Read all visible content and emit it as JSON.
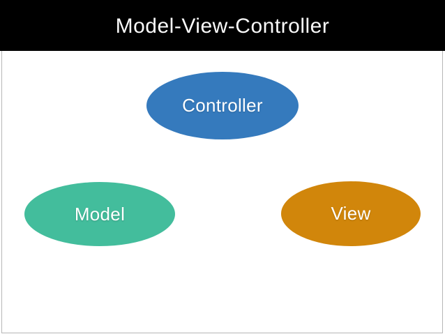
{
  "header": {
    "title": "Model-View-Controller",
    "bg_color": "#000000",
    "text_color": "#fafafa"
  },
  "diagram": {
    "frame_border_color": "#b6b6b6",
    "nodes": [
      {
        "id": "controller",
        "label": "Controller",
        "fill_color": "#357abd",
        "text_color": "#ffffff"
      },
      {
        "id": "model",
        "label": "Model",
        "fill_color": "#43bd9c",
        "text_color": "#ffffff"
      },
      {
        "id": "view",
        "label": "View",
        "fill_color": "#d1860b",
        "text_color": "#ffffff"
      }
    ]
  }
}
